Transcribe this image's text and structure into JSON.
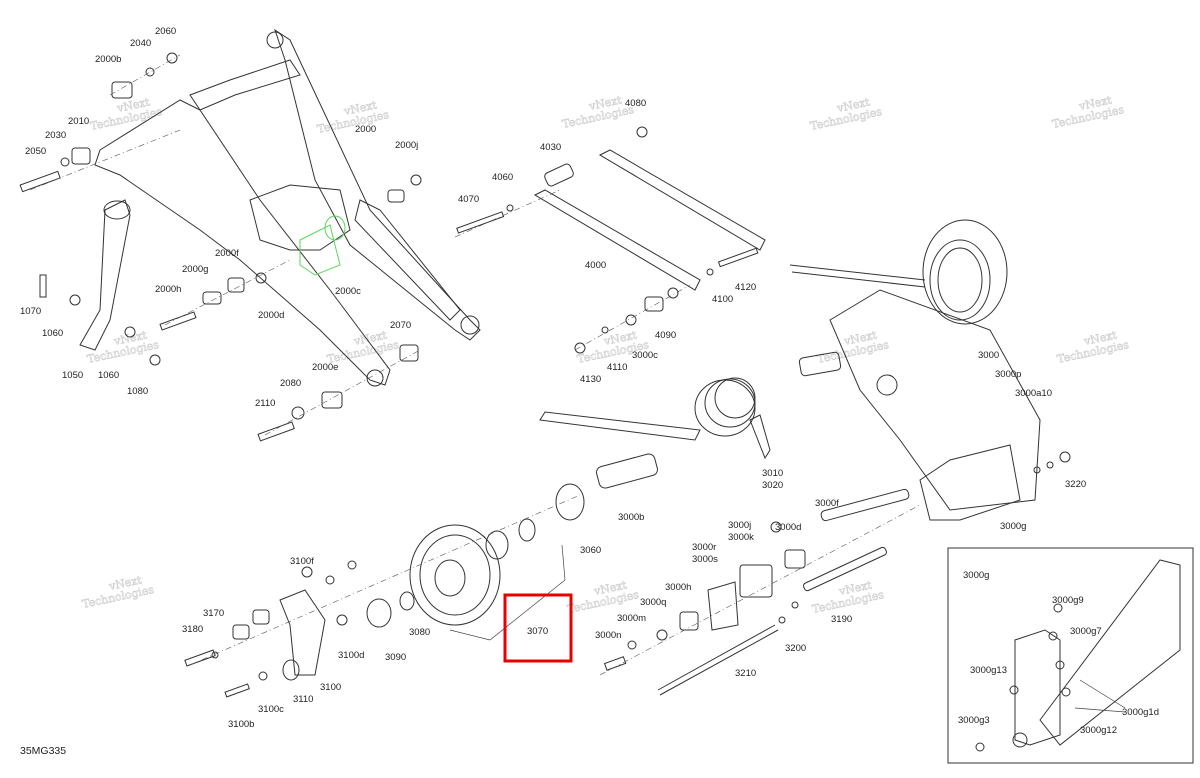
{
  "diagram_code": "35MG335",
  "highlight_color": "#e60000",
  "green_part_color": "#5cd65c",
  "watermark_lines": [
    "vNext",
    "Technologies"
  ],
  "labels": {
    "p2060": "2060",
    "p2040": "2040",
    "p2000b": "2000b",
    "p2010": "2010",
    "p2030": "2030",
    "p2050": "2050",
    "p2000": "2000",
    "p2000j": "2000j",
    "p2000f": "2000f",
    "p2000g": "2000g",
    "p2000h": "2000h",
    "p2000d": "2000d",
    "p2000c": "2000c",
    "p1070": "1070",
    "p1060a": "1060",
    "p1050": "1050",
    "p1060b": "1060",
    "p1080": "1080",
    "p2070": "2070",
    "p2080": "2080",
    "p2000e": "2000e",
    "p2110": "2110",
    "p4080": "4080",
    "p4030": "4030",
    "p4060": "4060",
    "p4070": "4070",
    "p4000": "4000",
    "p4100": "4100",
    "p4120": "4120",
    "p4090": "4090",
    "p4130": "4130",
    "p4110": "4110",
    "p3000c": "3000c",
    "p3000": "3000",
    "p3000p": "3000p",
    "p3000a10": "3000a10",
    "p3010": "3010",
    "p3020": "3020",
    "p3220": "3220",
    "p3000g": "3000g",
    "p3000f": "3000f",
    "p3000b": "3000b",
    "p3060": "3060",
    "p3070": "3070",
    "p3080": "3080",
    "p3090": "3090",
    "p3100f": "3100f",
    "p3100d": "3100d",
    "p3100": "3100",
    "p3110": "3110",
    "p3100c": "3100c",
    "p3100b": "3100b",
    "p3170": "3170",
    "p3180": "3180",
    "p3000j": "3000j",
    "p3000k": "3000k",
    "p3000d": "3000d",
    "p3000r": "3000r",
    "p3000s": "3000s",
    "p3000h": "3000h",
    "p3000q": "3000q",
    "p3000m": "3000m",
    "p3000n": "3000n",
    "p3190": "3190",
    "p3200": "3200",
    "p3210": "3210",
    "inset_title": "3000g",
    "p3000g9": "3000g9",
    "p3000g7": "3000g7",
    "p3000g13": "3000g13",
    "p3000g1d": "3000g1d",
    "p3000g3": "3000g3",
    "p3000g12": "3000g12"
  }
}
